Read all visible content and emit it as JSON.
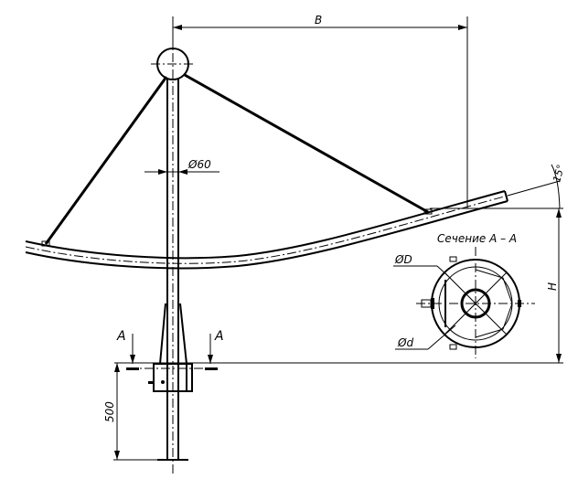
{
  "labels": {
    "dim_b": "B",
    "dim_pole_diameter": "Ø60",
    "dim_angle": "15°",
    "section_title": "Сечение А – А",
    "dim_outer_diameter": "ØD",
    "dim_inner_diameter": "Ød",
    "dim_h": "H",
    "section_mark_left": "A",
    "section_mark_right": "A",
    "dim_base": "500"
  }
}
